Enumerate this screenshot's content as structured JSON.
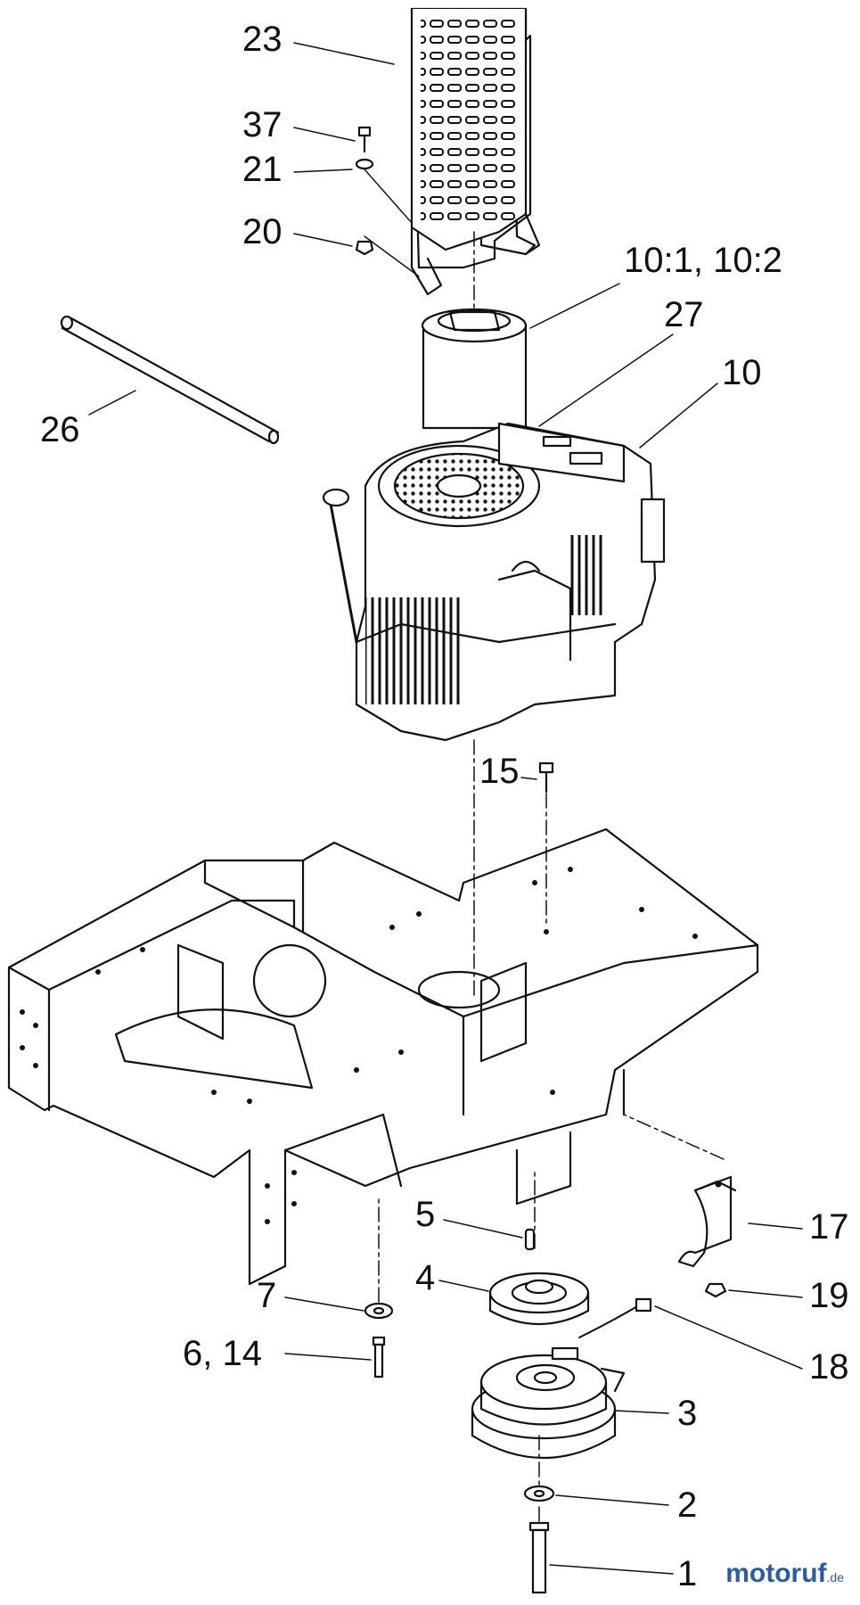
{
  "callouts": {
    "p23": "23",
    "p37": "37",
    "p21": "21",
    "p20": "20",
    "p10_1": "10:1, 10:2",
    "p27": "27",
    "p10": "10",
    "p26": "26",
    "p15": "15",
    "p5": "5",
    "p4": "4",
    "p17": "17",
    "p7": "7",
    "p19": "19",
    "p6_14": "6, 14",
    "p18": "18",
    "p3": "3",
    "p2": "2",
    "p1": "1"
  },
  "watermark": {
    "brand": "motoruf",
    "tld": ".de"
  }
}
